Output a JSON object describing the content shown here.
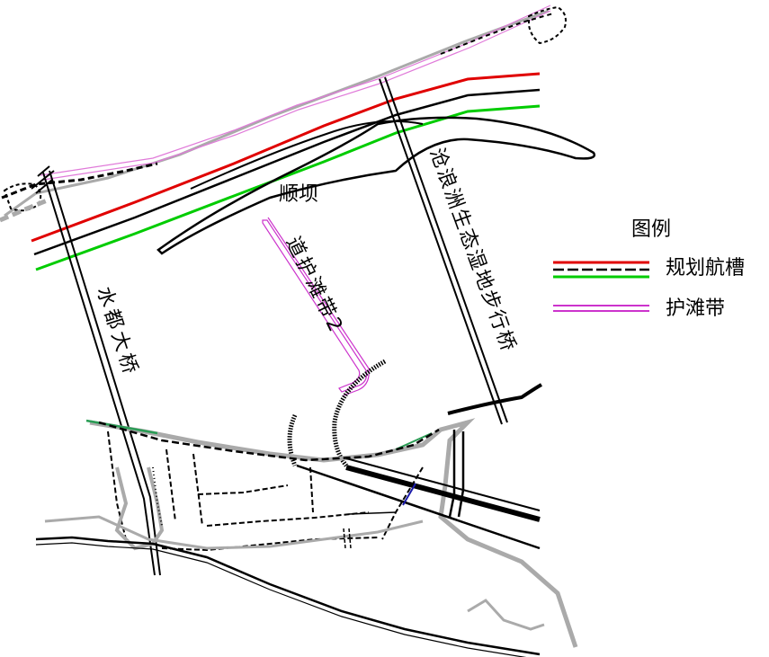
{
  "labels": {
    "dam": "顺坝",
    "bridge_left": "水都大桥",
    "beach_strip": "道护滩带2",
    "bridge_right": "沧浪洲生态湿地步行桥"
  },
  "legend": {
    "title": "图例",
    "items": [
      {
        "label": "规划航槽",
        "colors": [
          "#e00000",
          "#000000",
          "#00cc00"
        ]
      },
      {
        "label": "护滩带",
        "colors": [
          "#cc33cc"
        ]
      }
    ]
  },
  "colors": {
    "channel_red": "#e00000",
    "channel_green": "#00cc00",
    "channel_black": "#000000",
    "beach_protection": "#cc33cc",
    "shore_gray": "#aaaaaa",
    "road_blue": "#1a1aaa"
  }
}
